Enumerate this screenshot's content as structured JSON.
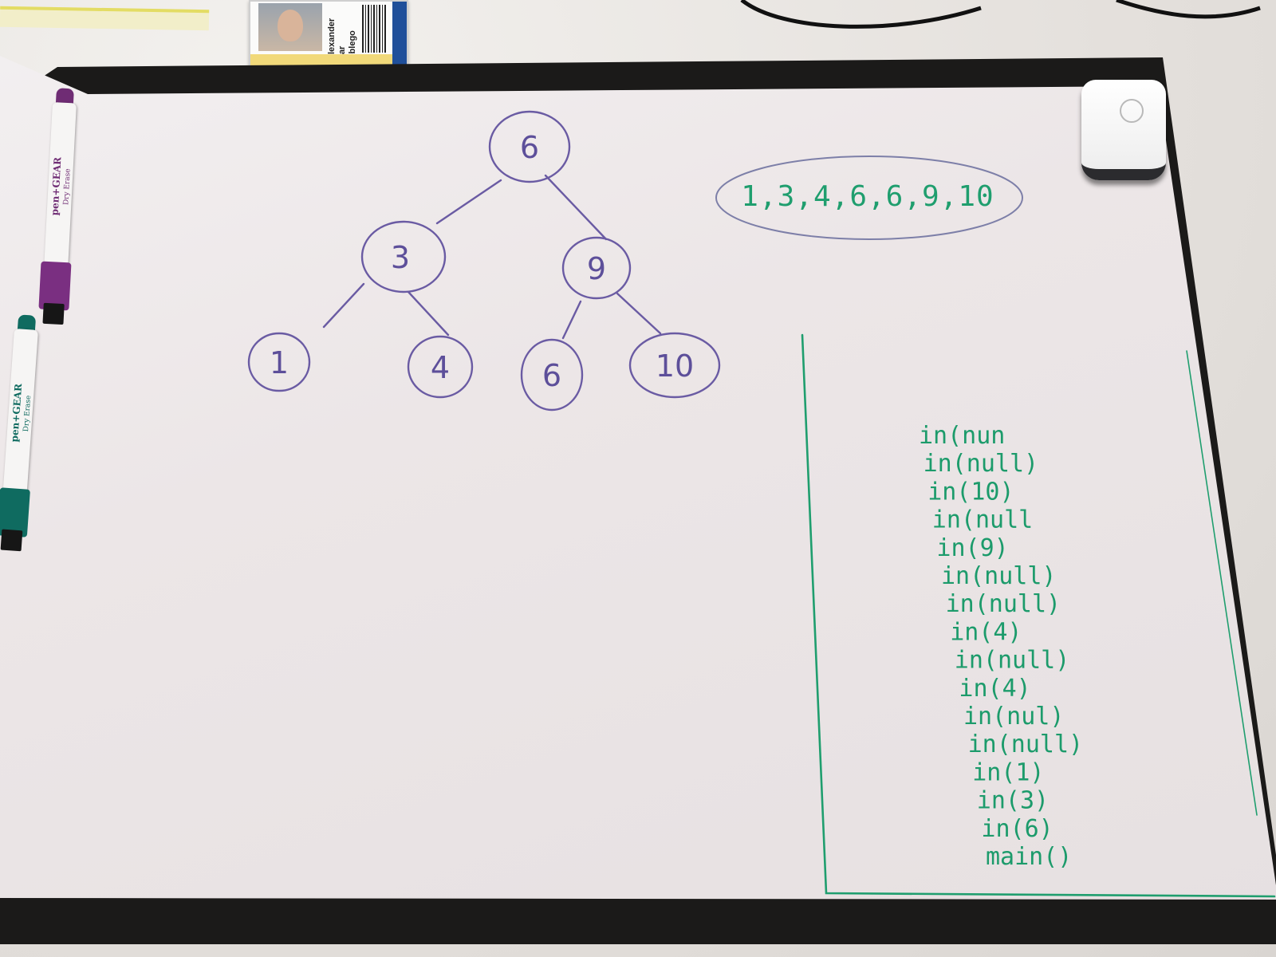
{
  "badge": {
    "name_line1": "Alexander Car",
    "name_line2": "Oblego"
  },
  "tree": {
    "root": "6",
    "level1": [
      "3",
      "9"
    ],
    "level2": [
      "1",
      "4",
      "6",
      "10"
    ]
  },
  "inorder_sequence": "1,3,4,6,6,9,10",
  "call_stack": [
    "in(nun",
    "in(null)",
    "in(10)",
    "in(null",
    "in(9)",
    "in(null)",
    "in(null)",
    "in(4)",
    "in(null)",
    "in(4)",
    "in(nul)",
    "in(null)",
    "in(1)",
    "in(3)",
    "in(6)",
    "main()"
  ],
  "markers": {
    "purple_brand": "pen+GEAR",
    "purple_sub": "Dry Erase",
    "green_brand": "pen+GEAR",
    "green_sub": "Dry Erase"
  },
  "colors": {
    "purple_ink": "#6a5ba3",
    "green_ink": "#1f9e6e",
    "board": "#ece6e7",
    "frame": "#1b1a19"
  }
}
